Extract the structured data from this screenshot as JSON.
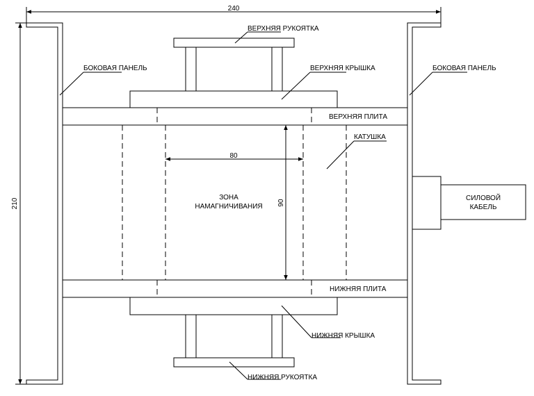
{
  "dimensions": {
    "overall_width": "240",
    "overall_height": "210",
    "zone_width": "80",
    "zone_height": "90"
  },
  "labels": {
    "top_handle": "ВЕРХНЯЯ РУКОЯТКА",
    "top_cover": "ВЕРХНЯЯ КРЫШКА",
    "side_panel_left": "БОКОВАЯ ПАНЕЛЬ",
    "side_panel_right": "БОКОВАЯ ПАНЕЛЬ",
    "top_plate": "ВЕРХНЯЯ ПЛИТА",
    "coil": "КАТУШКА",
    "zone_line1": "ЗОНА",
    "zone_line2": "НАМАГНИЧИВАНИЯ",
    "power_cable_line1": "СИЛОВОЙ",
    "power_cable_line2": "КАБЕЛЬ",
    "bottom_plate": "НИЖНЯЯ ПЛИТА",
    "bottom_cover": "НИЖНЯЯ КРЫШКА",
    "bottom_handle": "НИЖНЯЯ РУКОЯТКА"
  }
}
